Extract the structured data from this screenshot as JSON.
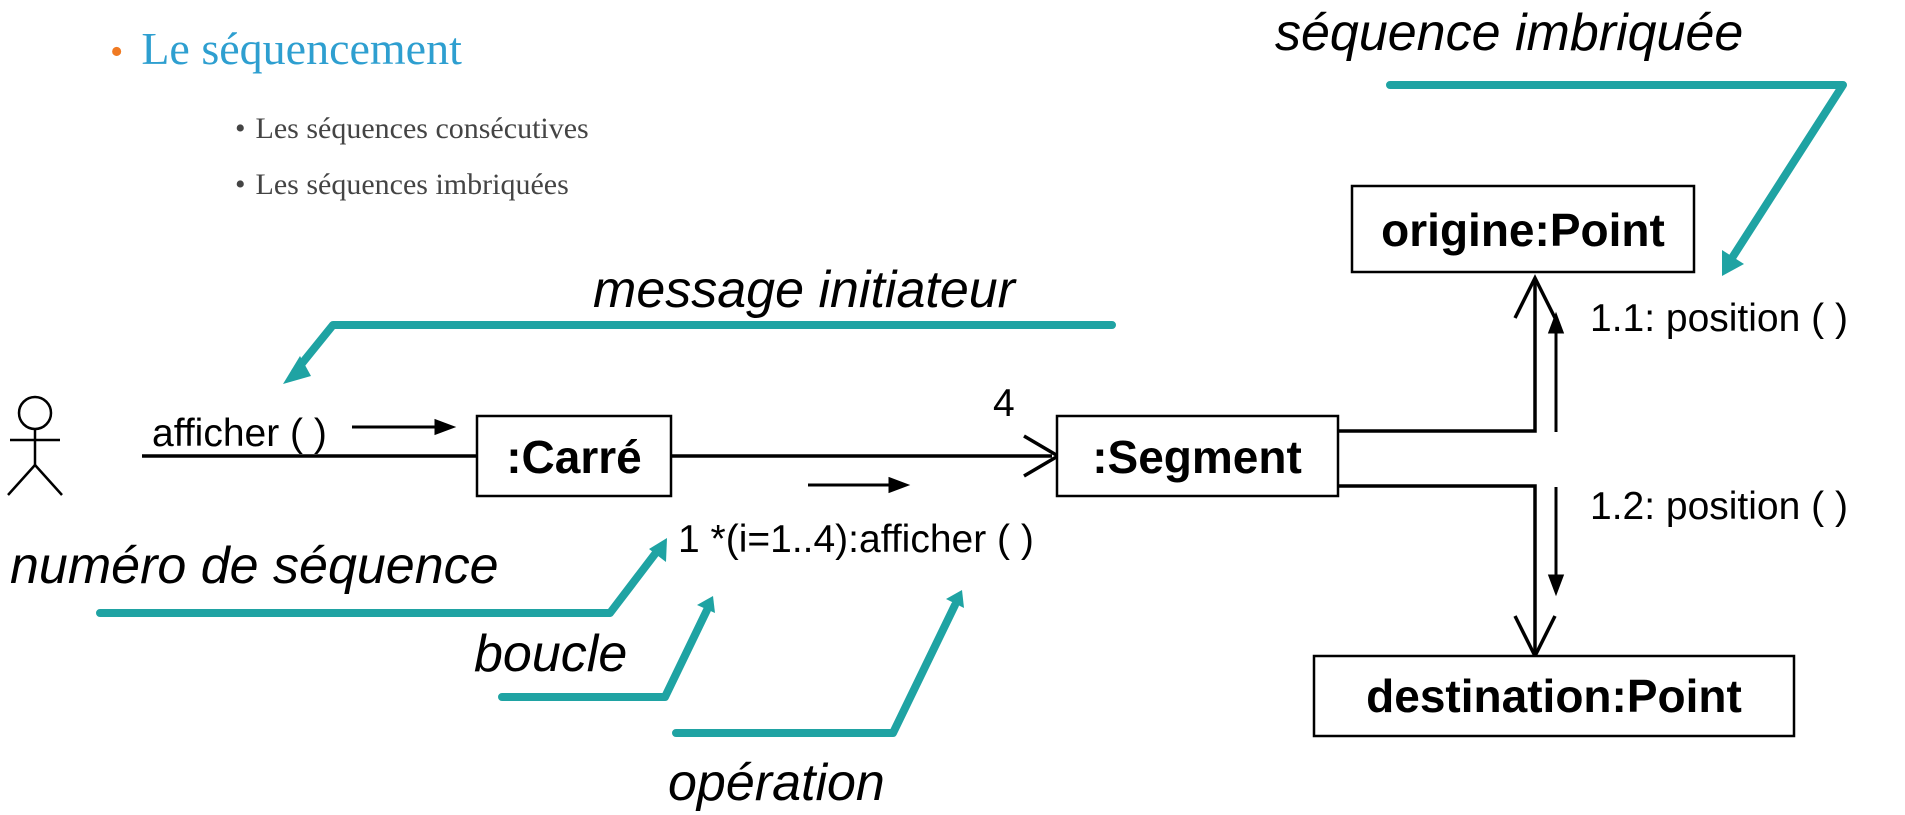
{
  "slide": {
    "bullet_main": "Le séquencement",
    "bullet_subs": [
      "Les séquences consécutives",
      "Les séquences imbriquées"
    ]
  },
  "diagram": {
    "objects": {
      "carre": ":Carré",
      "segment": ":Segment",
      "origine": "origine:Point",
      "destination": "destination:Point"
    },
    "messages": {
      "afficher": "afficher ( )",
      "multiplicity": "4",
      "loop_message": "1 *(i=1..4):afficher ( )",
      "position_1": "1.1: position ( )",
      "position_2": "1.2: position ( )"
    },
    "annotations": {
      "nested_sequence": "séquence imbriquée",
      "initiator_message": "message initiateur",
      "sequence_number": "numéro de séquence",
      "loop": "boucle",
      "operation": "opération"
    }
  },
  "colors": {
    "main_bullet_text": "#2e9fd0",
    "bullet_dot": "#f07a22",
    "annotation_arrow": "#1fa3a3",
    "diagram_line": "#000000"
  }
}
